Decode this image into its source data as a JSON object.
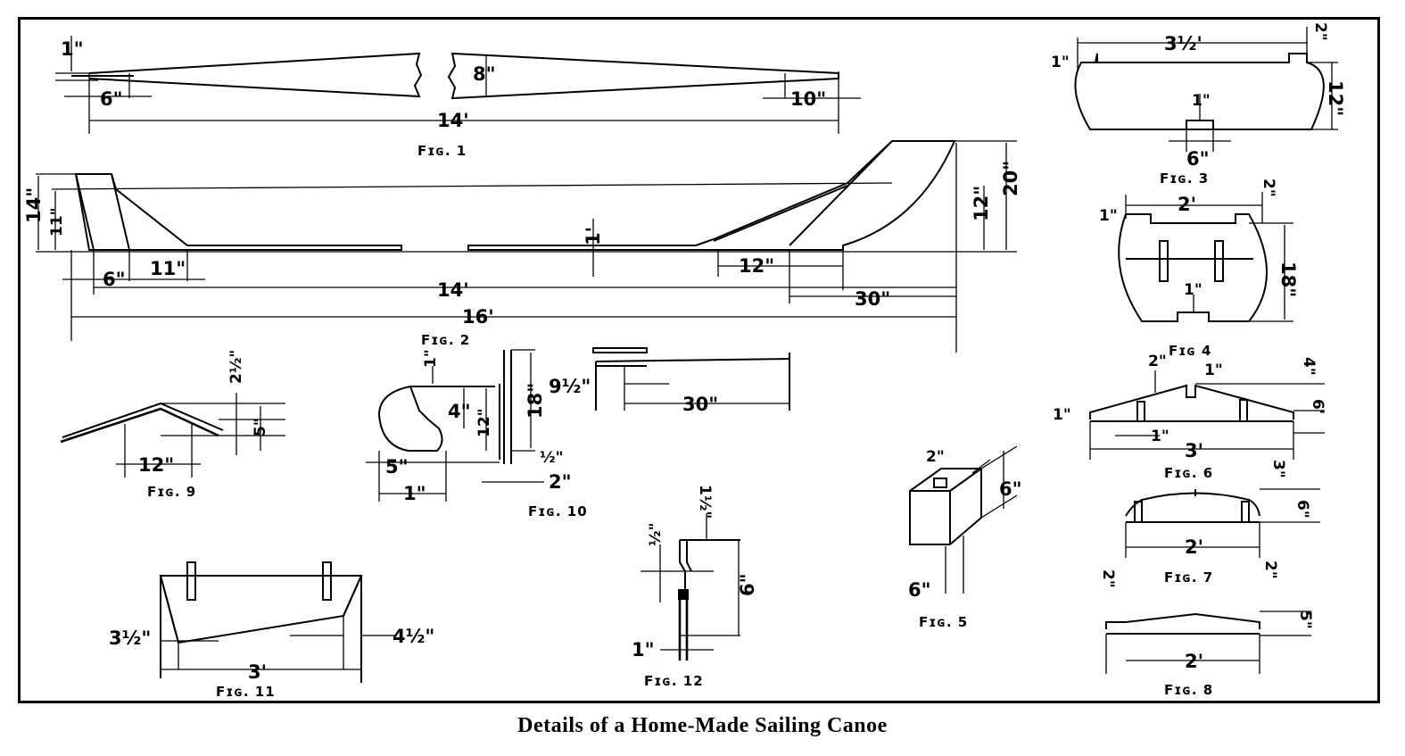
{
  "caption": "Details of a Home-Made Sailing Canoe",
  "figures": {
    "fig1": {
      "label": "Fɪɢ. 1",
      "dims": [
        "1\"",
        "6\"",
        "8\"",
        "10\"",
        "14'"
      ]
    },
    "fig2": {
      "label": "Fɪɢ. 2",
      "dims": [
        "14\"",
        "11\"",
        "6\"",
        "11\"",
        "1'",
        "12\"",
        "20\"",
        "12\"",
        "14'",
        "30\"",
        "16'"
      ]
    },
    "fig3": {
      "label": "Fɪɢ. 3",
      "dims": [
        "3½'",
        "2\"",
        "1\"",
        "12\"",
        "1\"",
        "6\""
      ]
    },
    "fig4": {
      "label": "Fɪɢ 4",
      "dims": [
        "1\"",
        "2'",
        "2\"",
        "18\"",
        "1\""
      ]
    },
    "fig5": {
      "label": "Fɪɢ. 5",
      "dims": [
        "2\"",
        "6\"",
        "6\""
      ]
    },
    "fig6": {
      "label": "Fɪɢ. 6",
      "dims": [
        "2\"",
        "1\"",
        "4\"",
        "1\"",
        "1\"",
        "6'",
        "3'"
      ]
    },
    "fig7": {
      "label": "Fɪɢ. 7",
      "dims": [
        "3\"",
        "6\"",
        "2'"
      ]
    },
    "fig8": {
      "label": "Fɪɢ. 8",
      "dims": [
        "2\"",
        "2\"",
        "5\"",
        "2'"
      ]
    },
    "fig9": {
      "label": "Fɪɢ. 9",
      "dims": [
        "2½\"",
        "5\"",
        "12\""
      ]
    },
    "fig10": {
      "label": "Fɪɢ. 10",
      "dims": [
        "1\"",
        "4\"",
        "12\"",
        "18\"",
        "9½\"",
        "30\"",
        "5\"",
        "1\"",
        "½\"",
        "2\""
      ]
    },
    "fig11": {
      "label": "Fɪɢ. 11",
      "dims": [
        "3½\"",
        "4½\"",
        "3'"
      ]
    },
    "fig12": {
      "label": "Fɪɢ. 12",
      "dims": [
        "1½\"",
        "½\"",
        "6\"",
        "1\""
      ]
    }
  }
}
